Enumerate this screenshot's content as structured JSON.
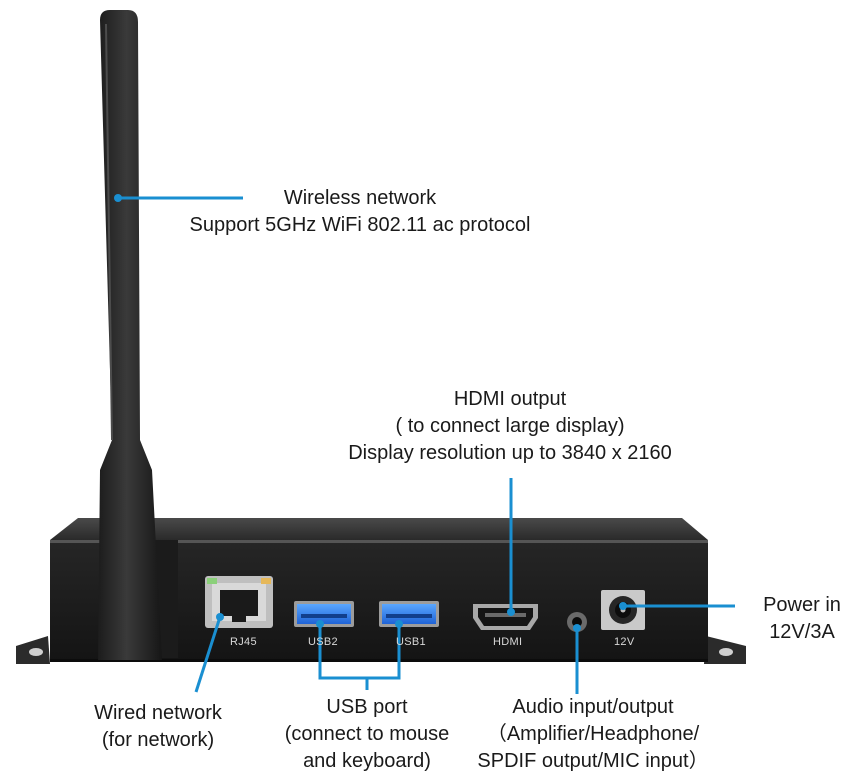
{
  "accent_color": "#1a8fd1",
  "callouts": {
    "wireless": {
      "title": "Wireless network",
      "detail": "Support 5GHz WiFi 802.11 ac protocol"
    },
    "hdmi": {
      "title": "HDMI output",
      "line2": "( to connect large display)",
      "line3": "Display resolution up to 3840 x 2160"
    },
    "power": {
      "title": "Power in",
      "detail": "12V/3A"
    },
    "wired": {
      "title": "Wired network",
      "detail": "(for network)"
    },
    "usb": {
      "title": "USB port",
      "line2": "(connect to mouse",
      "line3": "and keyboard)"
    },
    "audio": {
      "title": "Audio input/output",
      "line2": "（Amplifier/Headphone/",
      "line3": "SPDIF output/MIC input）"
    }
  },
  "port_labels": {
    "rj45": "RJ45",
    "usb2": "USB2",
    "usb1": "USB1",
    "hdmi": "HDMI",
    "power": "12V"
  }
}
